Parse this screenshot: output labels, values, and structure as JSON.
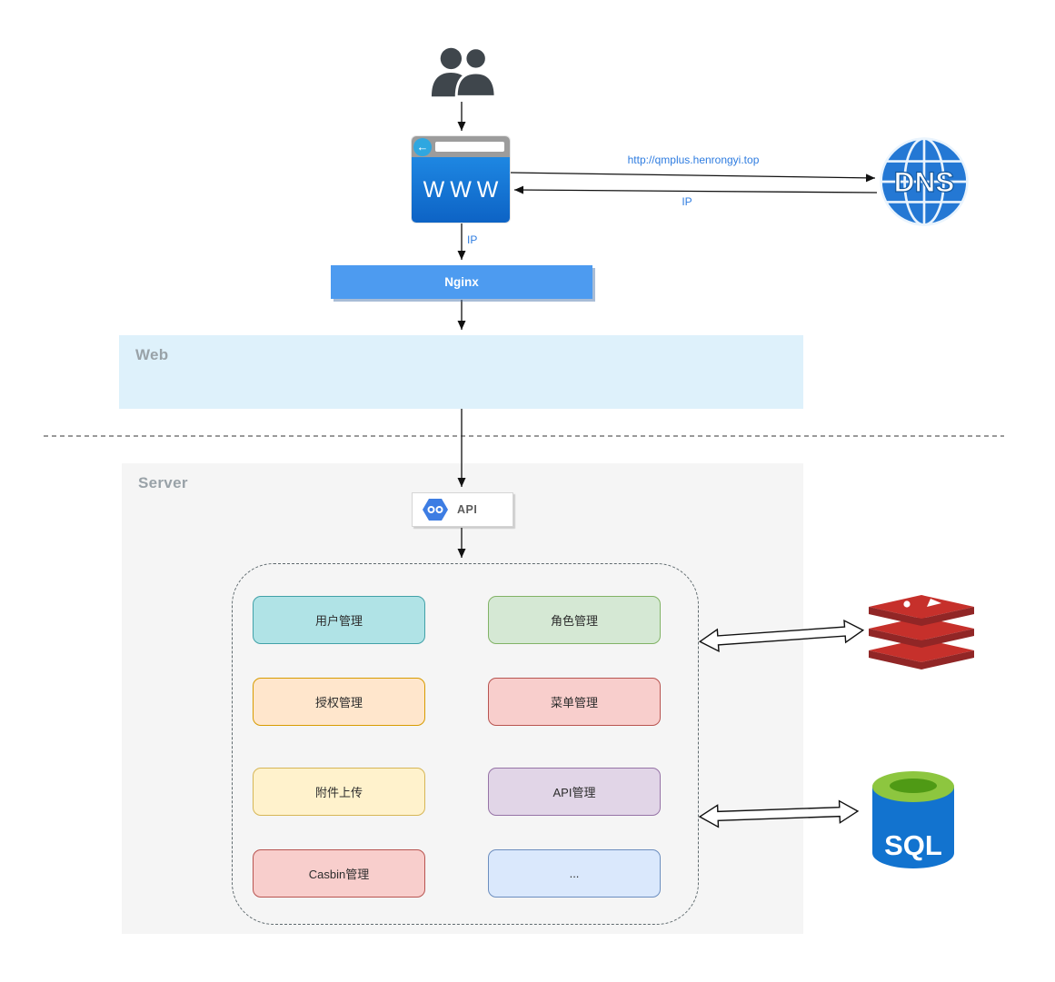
{
  "users": {
    "icon": "users-icon"
  },
  "browser": {
    "label": "WWW",
    "icon": "browser-window-icon"
  },
  "icons": {
    "browser_back_glyph": "←"
  },
  "dns": {
    "label": "DNS",
    "icon": "dns-globe-icon",
    "request_label": "http://qmplus.henrongyi.top",
    "response_label": "IP"
  },
  "nginx": {
    "label": "Nginx",
    "input_label": "IP"
  },
  "zones": {
    "web": {
      "label": "Web"
    },
    "server": {
      "label": "Server"
    }
  },
  "api": {
    "label": "API",
    "icon": "api-hexagon-icon"
  },
  "modules": [
    {
      "label": "用户管理",
      "fill": "#b0e3e6",
      "stroke": "#41a1a8"
    },
    {
      "label": "角色管理",
      "fill": "#d5e8d4",
      "stroke": "#82b366"
    },
    {
      "label": "授权管理",
      "fill": "#ffe6cc",
      "stroke": "#d79b00"
    },
    {
      "label": "菜单管理",
      "fill": "#f8cecc",
      "stroke": "#b85450"
    },
    {
      "label": "附件上传",
      "fill": "#fff2cc",
      "stroke": "#d6b656"
    },
    {
      "label": "API管理",
      "fill": "#e1d5e7",
      "stroke": "#9673a6"
    },
    {
      "label": "Casbin管理",
      "fill": "#f8cecc",
      "stroke": "#b85450"
    },
    {
      "label": "...",
      "fill": "#dae8fc",
      "stroke": "#6c8ebf"
    }
  ],
  "redis": {
    "icon": "redis-icon"
  },
  "sql": {
    "label": "SQL",
    "icon": "sql-database-icon"
  },
  "colors": {
    "edge_label": "#2e7ce0",
    "nginx_fill": "#4d9bf0",
    "web_zone_fill": "#def1fb",
    "server_zone_fill": "#f5f5f5",
    "zone_label": "#99a2a8",
    "redis_red": "#c6302b",
    "redis_dark_red": "#912626",
    "sql_blue": "#1273cf",
    "sql_green": "#8dc63f",
    "dns_blue": "#2478d4",
    "browser_blue": "#1e87e2"
  }
}
